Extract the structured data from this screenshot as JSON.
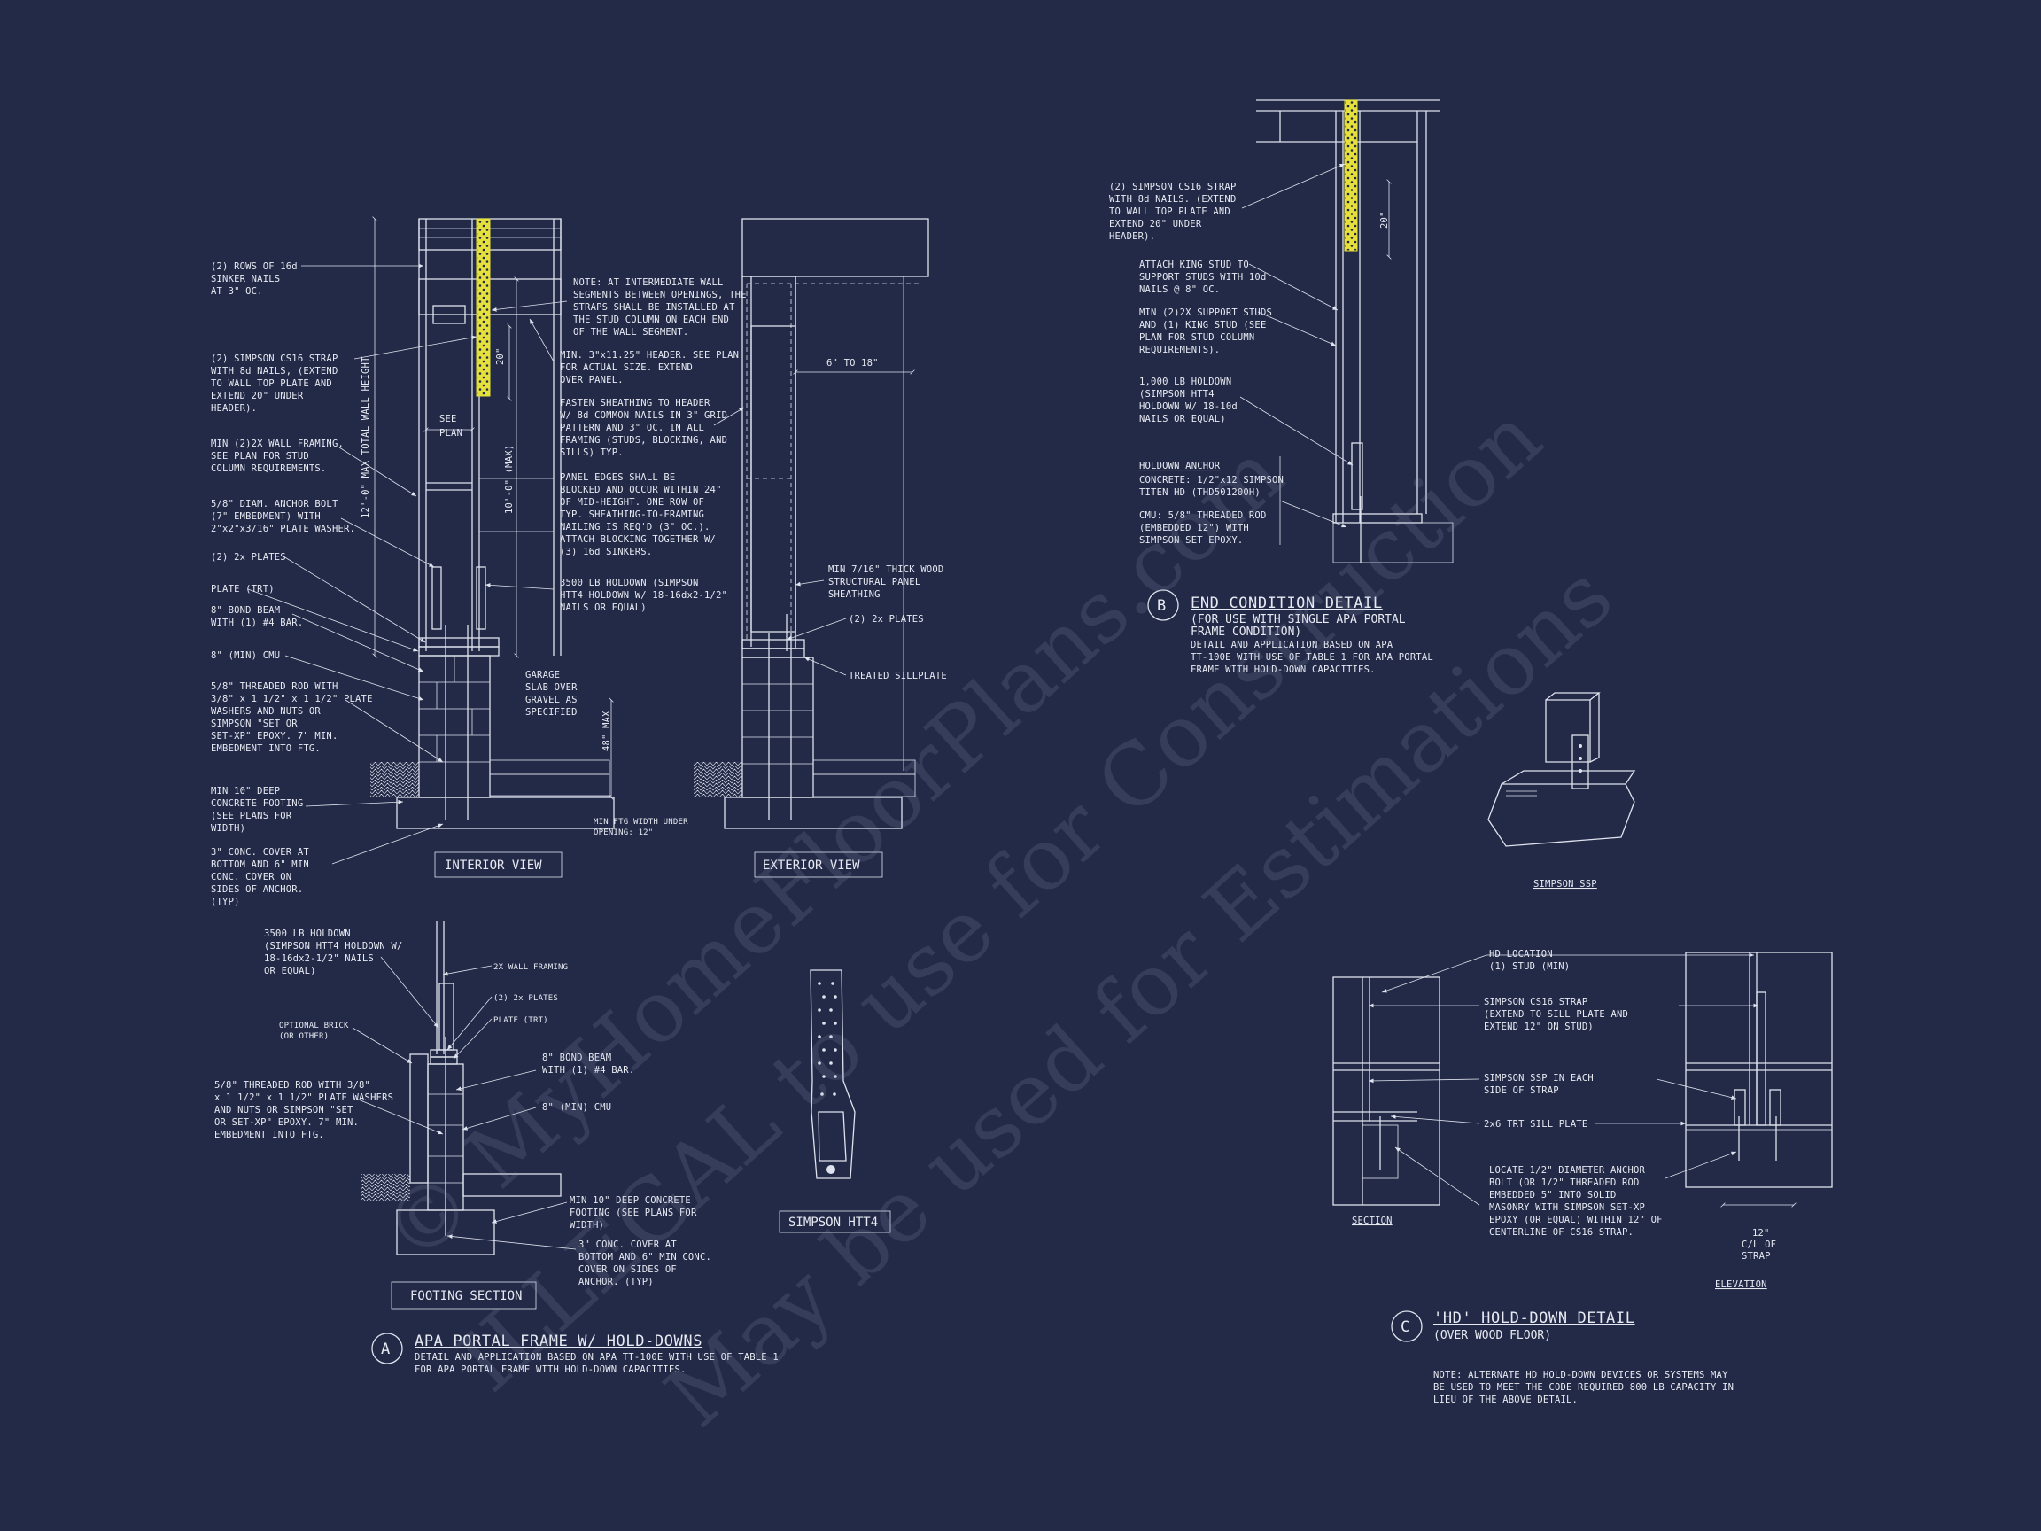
{
  "watermark": {
    "line1": "© MyHomeFloorPlans.com",
    "line2": "ILLEGAL to use for Construction",
    "line3": "May be used for Estimations"
  },
  "colors": {
    "background": "#232a47",
    "linework": "#dfe3ee",
    "strap_highlight": "#e6e03a"
  },
  "detail_a": {
    "marker": "A",
    "title": "APA PORTAL FRAME W/ HOLD-DOWNS",
    "desc1": "DETAIL AND APPLICATION BASED ON APA TT-100E WITH USE OF TABLE 1",
    "desc2": "FOR APA PORTAL FRAME WITH HOLD-DOWN CAPACITIES.",
    "interior_view_label": "INTERIOR VIEW",
    "exterior_view_label": "EXTERIOR VIEW",
    "footing_section_label": "FOOTING SECTION",
    "simpson_htt4_label": "SIMPSON HTT4",
    "notes_left": [
      [
        "(2) ROWS OF 16d",
        "SINKER NAILS",
        "AT 3\" OC."
      ],
      [
        "(2) SIMPSON CS16 STRAP",
        "WITH 8d NAILS, (EXTEND",
        "TO WALL TOP PLATE AND",
        "EXTEND 20\" UNDER",
        "HEADER)."
      ],
      [
        "MIN (2)2X WALL FRAMING.",
        "SEE PLAN FOR STUD",
        "COLUMN REQUIREMENTS."
      ],
      [
        "5/8\" DIAM. ANCHOR BOLT",
        "(7\" EMBEDMENT) WITH",
        "2\"x2\"x3/16\" PLATE WASHER."
      ],
      [
        "(2) 2x PLATES"
      ],
      [
        "PLATE (TRT)"
      ],
      [
        "8\" BOND BEAM",
        "WITH (1) #4 BAR."
      ],
      [
        "8\" (MIN) CMU"
      ],
      [
        "5/8\" THREADED ROD WITH",
        "3/8\" x 1 1/2\" x 1 1/2\" PLATE",
        "WASHERS AND NUTS OR",
        "SIMPSON \"SET OR",
        "SET-XP\" EPOXY. 7\" MIN.",
        "EMBEDMENT INTO FTG."
      ],
      [
        "MIN 10\" DEEP",
        "CONCRETE FOOTING",
        "(SEE PLANS FOR",
        "WIDTH)"
      ],
      [
        "3\" CONC. COVER AT",
        "BOTTOM AND 6\" MIN",
        "CONC. COVER ON",
        "SIDES OF ANCHOR.",
        "(TYP)"
      ]
    ],
    "notes_mid": [
      [
        "NOTE: AT INTERMEDIATE WALL",
        "SEGMENTS BETWEEN OPENINGS, THE",
        "STRAPS SHALL BE INSTALLED AT",
        "THE STUD COLUMN ON EACH END",
        "OF THE WALL SEGMENT."
      ],
      [
        "MIN. 3\"x11.25\" HEADER. SEE PLAN",
        "FOR ACTUAL SIZE. EXTEND",
        "OVER PANEL."
      ],
      [
        "FASTEN SHEATHING TO HEADER",
        "W/ 8d COMMON NAILS IN 3\" GRID",
        "PATTERN AND 3\" OC. IN ALL",
        "FRAMING (STUDS, BLOCKING, AND",
        "SILLS) TYP."
      ],
      [
        "PANEL EDGES SHALL BE",
        "BLOCKED AND OCCUR WITHIN 24\"",
        "OF MID-HEIGHT. ONE ROW OF",
        "TYP. SHEATHING-TO-FRAMING",
        "NAILING IS REQ'D (3\" OC.).",
        "ATTACH BLOCKING TOGETHER W/",
        "(3) 16d SINKERS."
      ],
      [
        "3500 LB HOLDOWN (SIMPSON",
        "HTT4 HOLDOWN W/ 18-16dx2-1/2\"",
        "NAILS OR EQUAL)"
      ],
      [
        "GARAGE",
        "SLAB OVER",
        "GRAVEL AS",
        "SPECIFIED"
      ]
    ],
    "dims": {
      "total_height": "12'-0\" MAX TOTAL WALL HEIGHT",
      "wall_height": "10'-0\" (MAX)",
      "strap_ext": "20\"",
      "see_plan": [
        "SEE",
        "PLAN"
      ],
      "slab_max": "48\" MAX",
      "ftg_width": "MIN FTG WIDTH UNDER",
      "ftg_width2": "OPENING: 12\"",
      "six_to_18": "6\" TO 18\""
    },
    "notes_ext": [
      [
        "MIN 7/16\" THICK WOOD",
        "STRUCTURAL PANEL",
        "SHEATHING"
      ],
      [
        "(2) 2x PLATES"
      ],
      [
        "TREATED SILLPLATE"
      ]
    ],
    "notes_footing": [
      [
        "3500 LB HOLDOWN",
        "(SIMPSON HTT4 HOLDOWN W/",
        "18-16dx2-1/2\" NAILS",
        "OR EQUAL)"
      ],
      [
        "2X WALL FRAMING"
      ],
      [
        "(2) 2x PLATES"
      ],
      [
        "PLATE (TRT)"
      ],
      [
        "OPTIONAL BRICK",
        "(OR OTHER)"
      ],
      [
        "8\" BOND BEAM",
        "WITH (1) #4 BAR."
      ],
      [
        "5/8\" THREADED ROD WITH 3/8\"",
        "x 1 1/2\" x 1 1/2\" PLATE WASHERS",
        "AND NUTS OR SIMPSON \"SET",
        "OR SET-XP\" EPOXY. 7\" MIN.",
        "EMBEDMENT INTO FTG."
      ],
      [
        "8\" (MIN) CMU"
      ],
      [
        "MIN 10\" DEEP CONCRETE",
        "FOOTING (SEE PLANS FOR",
        "WIDTH)"
      ],
      [
        "3\" CONC. COVER AT",
        "BOTTOM AND 6\" MIN CONC.",
        "COVER ON SIDES OF",
        "ANCHOR. (TYP)"
      ]
    ]
  },
  "detail_b": {
    "marker": "B",
    "title": "END CONDITION DETAIL",
    "sub1": "(FOR USE WITH SINGLE APA PORTAL",
    "sub2": "FRAME CONDITION)",
    "desc1": "DETAIL AND APPLICATION BASED ON APA",
    "desc2": "TT-100E WITH USE OF TABLE 1 FOR APA PORTAL",
    "desc3": "FRAME WITH HOLD-DOWN CAPACITIES.",
    "dim": "20\"",
    "notes": [
      [
        "(2) SIMPSON CS16 STRAP",
        "WITH 8d NAILS. (EXTEND",
        "TO WALL TOP PLATE AND",
        "EXTEND 20\" UNDER",
        "HEADER)."
      ],
      [
        "ATTACH KING STUD TO",
        "SUPPORT STUDS WITH 10d",
        "NAILS @ 8\" OC."
      ],
      [
        "MIN (2)2X SUPPORT STUDS",
        "AND (1) KING STUD (SEE",
        "PLAN FOR STUD COLUMN",
        "REQUIREMENTS)."
      ],
      [
        "1,000 LB HOLDOWN",
        "(SIMPSON HTT4",
        "HOLDOWN W/ 18-10d",
        "NAILS OR EQUAL)"
      ]
    ],
    "holdown_anchor_title": "HOLDOWN ANCHOR",
    "holdown_anchor": [
      "CONCRETE: 1/2\"x12 SIMPSON",
      "TITEN HD (THD501200H)"
    ],
    "cmu_note": [
      "CMU: 5/8\" THREADED ROD",
      "(EMBEDDED 12\") WITH",
      "SIMPSON SET EPOXY."
    ]
  },
  "simpson_ssp_label": "SIMPSON SSP",
  "detail_c": {
    "marker": "C",
    "title": "'HD' HOLD-DOWN DETAIL",
    "sub": "(OVER WOOD FLOOR)",
    "section_label": "SECTION",
    "elevation_label": "ELEVATION",
    "dim1": "12\"",
    "dim2": "C/L OF",
    "dim3": "STRAP",
    "notes": [
      [
        "HD LOCATION",
        "(1) STUD (MIN)"
      ],
      [
        "SIMPSON CS16 STRAP",
        "(EXTEND TO SILL PLATE AND",
        "EXTEND 12\" ON STUD)"
      ],
      [
        "SIMPSON SSP IN EACH",
        "SIDE OF STRAP"
      ],
      [
        "2x6 TRT SILL PLATE"
      ],
      [
        "LOCATE 1/2\" DIAMETER ANCHOR",
        "BOLT (OR 1/2\" THREADED ROD",
        "EMBEDDED 5\" INTO SOLID",
        "MASONRY WITH SIMPSON SET-XP",
        "EPOXY (OR EQUAL) WITHIN 12\" OF",
        "CENTERLINE OF CS16 STRAP."
      ]
    ],
    "footnote": [
      "NOTE: ALTERNATE HD HOLD-DOWN DEVICES OR SYSTEMS MAY",
      "BE USED TO MEET THE CODE REQUIRED 800 LB CAPACITY IN",
      "LIEU OF THE ABOVE DETAIL."
    ]
  }
}
